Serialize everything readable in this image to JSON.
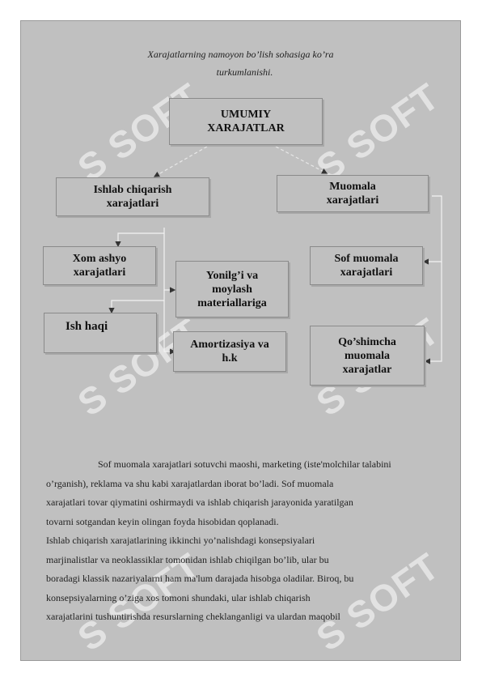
{
  "watermark": {
    "text": "SOFT"
  },
  "caption": {
    "line1": "Xarajatlarning  namoyon bo’lish sohasiga ko’ra",
    "line2": "turkumlanishi."
  },
  "diagram": {
    "root": "UMUMIY XARAJATLAR",
    "left_branch": "Ishlab chiqarish xarajatlari",
    "right_branch": "Muomala xarajatlari",
    "left_children": [
      "Xom ashyo xarajatlari",
      "Yonilg’i va moylash materiallariga",
      "Ish haqi",
      "Amortizasiya va h.k"
    ],
    "right_children": [
      "Sof muomala xarajatlari",
      "Qo’shimcha muomala xarajatlar"
    ]
  },
  "body": {
    "lines": [
      "Sof muomala  xarajatlari sotuvchi maoshi, marketing (iste'molchilar talabini",
      "o’rganish), reklama va shu kabi  xarajatlardan iborat bo’ladi. Sof muomala",
      "xarajatlari tovar qiymatini oshirmaydi va ishlab  chiqarish  jarayonida yaratilgan",
      "tovarni sotgandan keyin olingan foyda hisobidan qoplanadi.",
      "Ishlab  chiqarish  xarajatlarining ikkinchi yo’nalishdagi konsepsiyalari",
      "marjinalistlar va neoklassiklar tomonidan ishlab chiqilgan bo’lib, ular bu",
      "boradagi klassik nazariyalarni ham ma'lum darajada hisobga oladilar. Biroq, bu",
      "konsepsiyalarning o’ziga xos tomoni shundaki, ular ishlab  chiqarish",
      "xarajatlarini tushuntirishda resurslarning cheklanganligi va ulardan maqobil"
    ]
  }
}
